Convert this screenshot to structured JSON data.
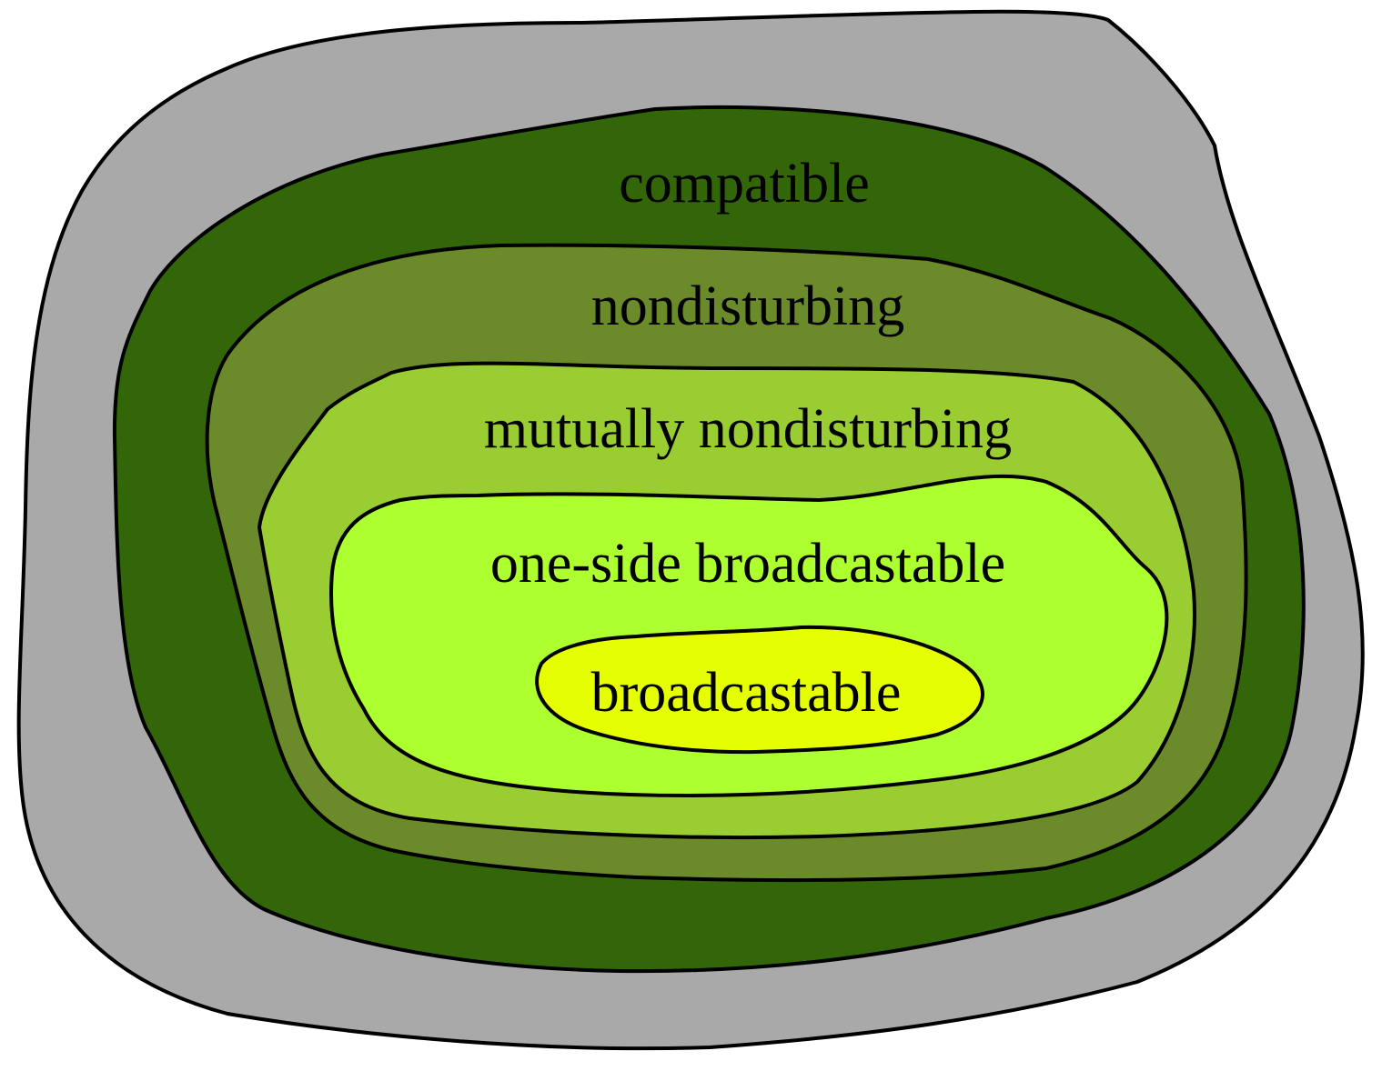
{
  "regions": [
    {
      "id": "outer",
      "label": "",
      "color": "#a9a9a9"
    },
    {
      "id": "compatible",
      "label": "compatible",
      "color": "#336609"
    },
    {
      "id": "nondisturbing",
      "label": "nondisturbing",
      "color": "#6b8a2a"
    },
    {
      "id": "mutually-nondisturbing",
      "label": "mutually nondisturbing",
      "color": "#9acd32"
    },
    {
      "id": "one-side-broadcastable",
      "label": "one-side broadcastable",
      "color": "#adff2f"
    },
    {
      "id": "broadcastable",
      "label": "broadcastable",
      "color": "#e6ff00"
    }
  ]
}
